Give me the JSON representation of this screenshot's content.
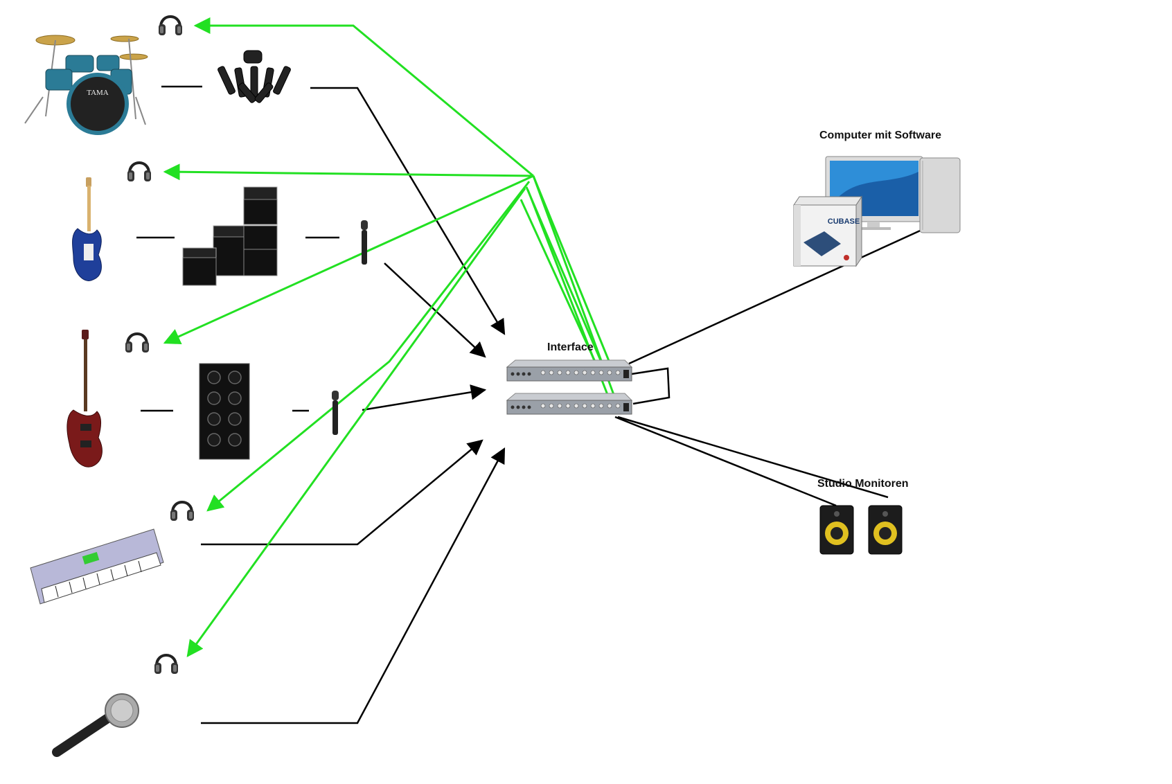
{
  "labels": {
    "computer": "Computer mit Software",
    "interface": "Interface",
    "monitors": "Studio Monitoren",
    "cubase": "CUBASE"
  },
  "colors": {
    "background": "#ffffff",
    "monitor_mix_lines": "#22e022",
    "signal_lines": "#000000"
  },
  "icons": [
    "drum-kit-icon",
    "drum-mics-icon",
    "electric-guitar-icon",
    "guitar-amp-stack-icon",
    "bass-guitar-icon",
    "bass-cabinet-icon",
    "instrument-mic-icon",
    "synthesizer-keyboard-icon",
    "vocal-mic-icon",
    "headphones-icon",
    "audio-interface-icon",
    "computer-icon",
    "cubase-box-icon",
    "studio-monitor-icon"
  ]
}
